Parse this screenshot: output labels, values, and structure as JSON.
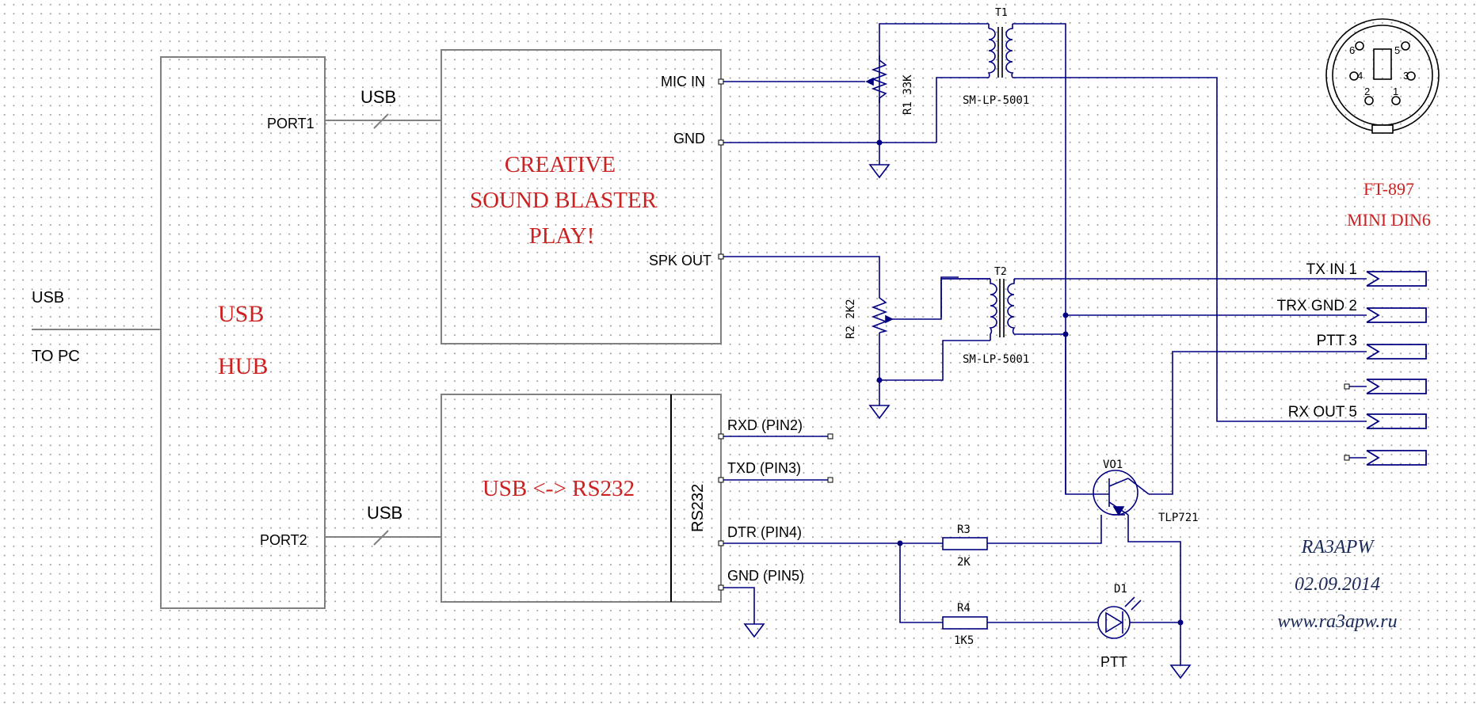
{
  "colors": {
    "wire": "#000080",
    "box": "#808080",
    "title_red": "#cc2222",
    "sig_blue": "#1a2a5a",
    "pot": "#000080"
  },
  "pc_link": {
    "top": "USB",
    "bottom": "TO PC"
  },
  "usb_hub": {
    "line1": "USB",
    "line2": "HUB",
    "port1": "PORT1",
    "port2": "PORT2",
    "bus1": "USB",
    "bus2": "USB"
  },
  "sound_card": {
    "name_line1": "CREATIVE",
    "name_line2": "SOUND BLASTER",
    "name_line3": "PLAY!",
    "pin_mic": "MIC IN",
    "pin_gnd": "GND",
    "pin_spk": "SPK OUT"
  },
  "serial_adapter": {
    "name": "USB <-> RS232",
    "rs_label": "RS232",
    "pin_rxd": "RXD (PIN2)",
    "pin_txd": "TXD (PIN3)",
    "pin_dtr": "DTR (PIN4)",
    "pin_gnd": "GND (PIN5)"
  },
  "components": {
    "t1_ref": "T1",
    "t1_part": "SM-LP-5001",
    "t2_ref": "T2",
    "t2_part": "SM-LP-5001",
    "r1": "R1  33K",
    "r2": "R2  2K2",
    "r3_ref": "R3",
    "r3_val": "2K",
    "r4_ref": "R4",
    "r4_val": "1K5",
    "vo1_ref": "VO1",
    "vo1_part": "TLP721",
    "d1_ref": "D1",
    "d1_label": "PTT"
  },
  "connector": {
    "title1": "FT-897",
    "title2": "MINI DIN6",
    "pins": [
      "TX IN 1",
      "TRX GND 2",
      "PTT 3",
      "RX OUT 5"
    ],
    "din_numbers": [
      "6",
      "5",
      "4",
      "3",
      "2",
      "1"
    ]
  },
  "signature": {
    "callsign": "RA3APW",
    "date": "02.09.2014",
    "url": "www.ra3apw.ru"
  }
}
